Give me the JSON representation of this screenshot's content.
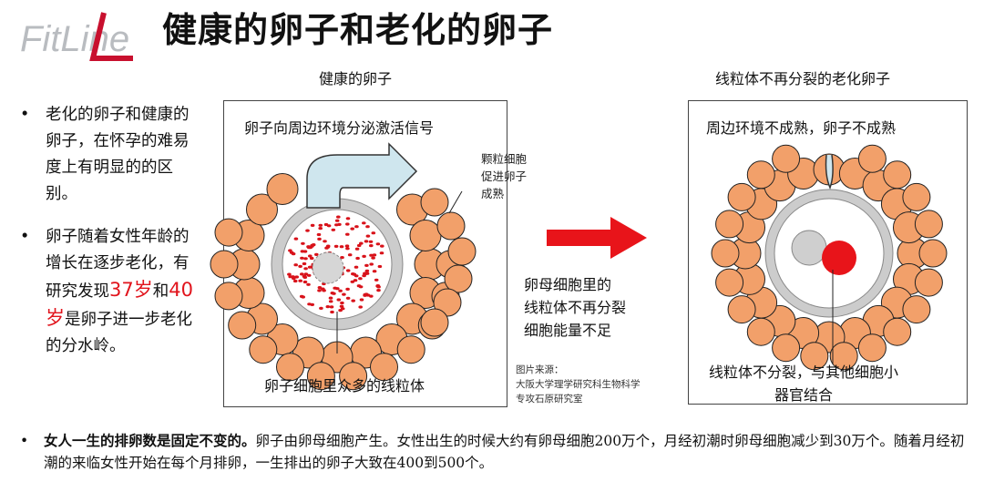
{
  "header": {
    "logo_text": "FitLine",
    "title": "健康的卵子和老化的卵子"
  },
  "captions": {
    "healthy": "健康的卵子",
    "aged": "线粒体不再分裂的老化卵子"
  },
  "bullets": [
    {
      "marker": "•",
      "text": "老化的卵子和健康的卵子，在怀孕的难易度上有明显的的区别。"
    },
    {
      "marker": "•",
      "text_before": "卵子随着女性年龄的增长在逐步老化，有研究发现",
      "age1": "37岁",
      "between": "和",
      "age2": "40岁",
      "text_after": "是卵子进一步老化的分水岭。"
    }
  ],
  "healthy_panel": {
    "top_label": "卵子向周边环境分泌激活信号",
    "side_note": [
      "颗粒细胞",
      "促进卵子",
      "成熟"
    ],
    "bottom_label": "卵子细胞里众多的线粒体"
  },
  "middle": {
    "note": [
      "卵母细胞里的",
      "线粒体不再分裂",
      "细胞能量不足"
    ],
    "source": [
      "图片来源：",
      "大阪大学理学研究科生物科学",
      "专攻石原研究室"
    ]
  },
  "aged_panel": {
    "top_label": "周边环境不成熟，卵子不成熟",
    "bottom_label": [
      "线粒体不分裂，与其他细胞小",
      "器官结合"
    ]
  },
  "footer": {
    "marker": "•",
    "bold": "女人一生的排卵数是固定不变的。",
    "rest": "卵子由卵母细胞产生。女性出生的时候大约有卵母细胞200万个，月经初潮时卵母细胞减少到30万个。随着月经初潮的来临女性开始在每个月排卵，一生排出的卵子大致在400到500个。"
  },
  "colors": {
    "granulosa": "#f2a06a",
    "mito_red": "#d8121a",
    "arrow_red": "#e8141a",
    "signal_arrow": "#cfe6ee"
  }
}
